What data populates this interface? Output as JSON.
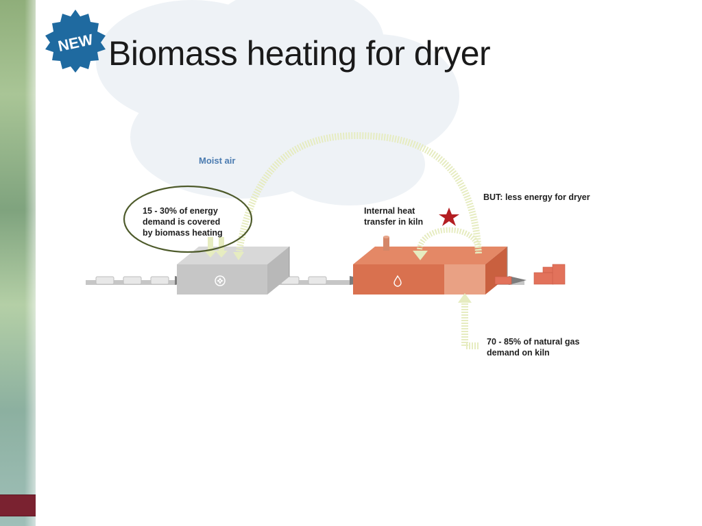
{
  "slide": {
    "title": "Biomass heating for dryer",
    "badge_text": "NEW"
  },
  "diagram": {
    "labels": {
      "moist_air": "Moist air",
      "biomass_line1": "15 - 30% of energy",
      "biomass_line2": "demand is covered",
      "biomass_line3": "by biomass heating",
      "internal_line1": "Internal heat",
      "internal_line2": "transfer in kiln",
      "but_note": "BUT: less energy for dryer",
      "gas_line1": "70 - 85% of natural gas",
      "gas_line2": "demand on kiln"
    },
    "colors": {
      "accent_arrow": "#e6ecc0",
      "dryer": "#c8c8c8",
      "kiln": "#d9714f",
      "star": "#b41e22",
      "ellipse": "#4d5a2a",
      "moist_air": "#4a7bb0"
    },
    "icons": [
      "fan-icon",
      "flame-icon",
      "star-icon"
    ]
  }
}
